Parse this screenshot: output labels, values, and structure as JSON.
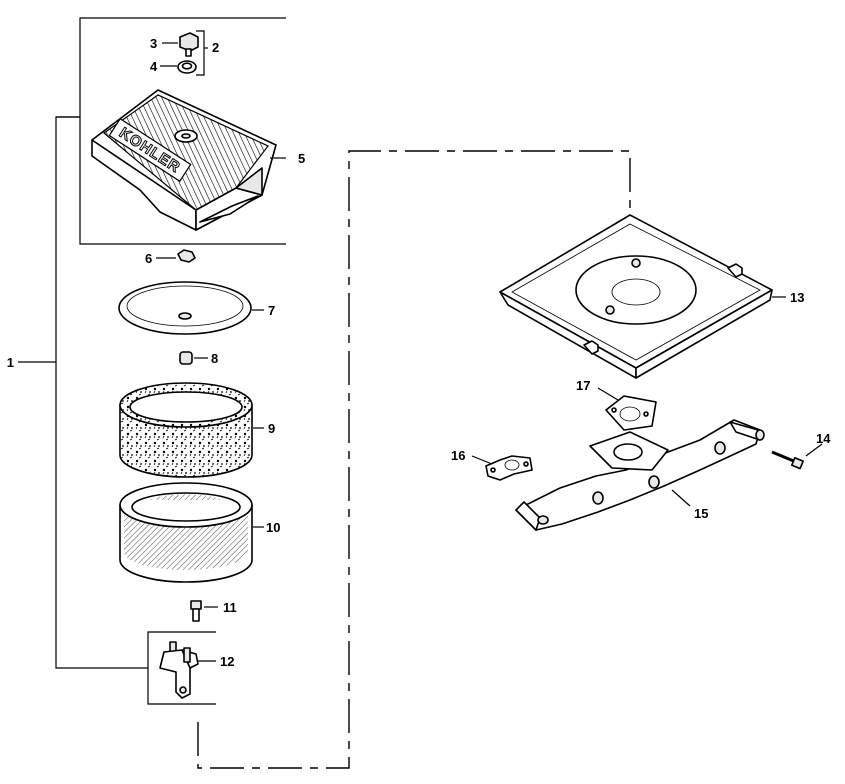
{
  "callouts": {
    "c1": "1",
    "c2": "2",
    "c3": "3",
    "c4": "4",
    "c5": "5",
    "c6": "6",
    "c7": "7",
    "c8": "8",
    "c9": "9",
    "c10": "10",
    "c11": "11",
    "c12": "12",
    "c13": "13",
    "c14": "14",
    "c15": "15",
    "c16": "16",
    "c17": "17"
  },
  "logo_text": "KOHLER"
}
